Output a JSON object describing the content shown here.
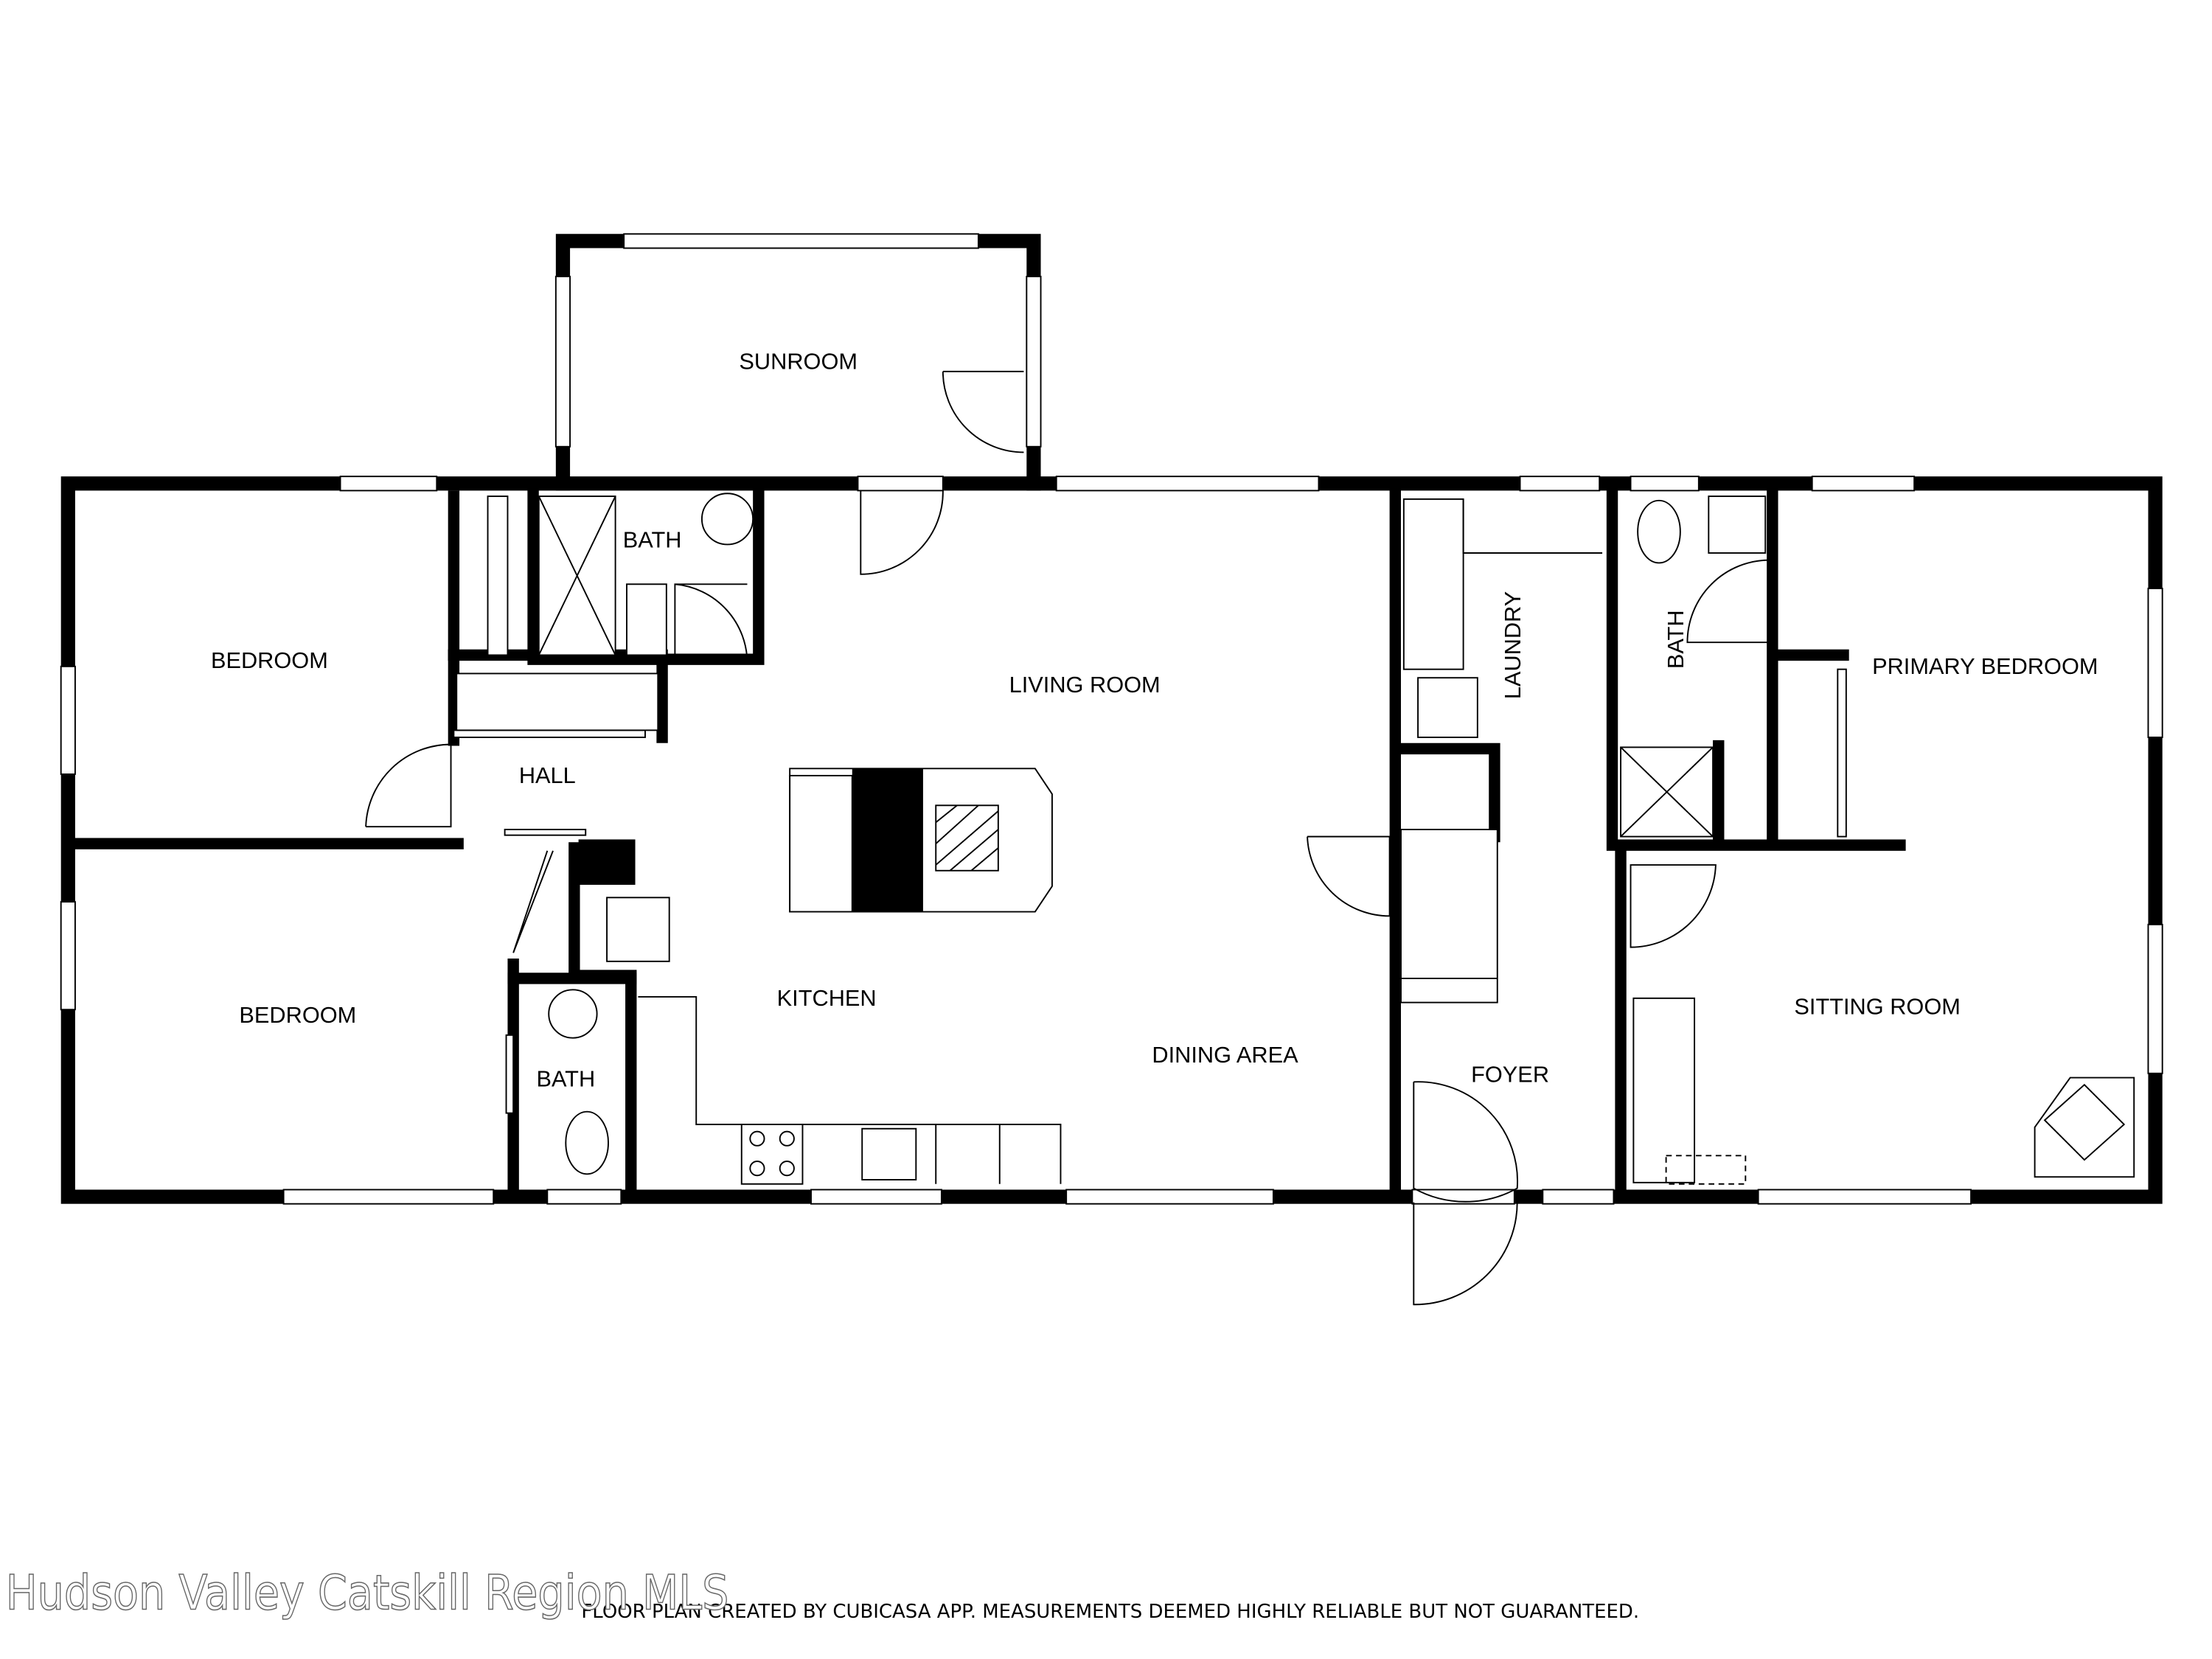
{
  "rooms": {
    "sunroom": "SUNROOM",
    "bedroom_top": "BEDROOM",
    "bath_top": "BATH",
    "living_room": "LIVING ROOM",
    "hall": "HALL",
    "laundry": "LAUNDRY",
    "bath_primary": "BATH",
    "primary_bedroom": "PRIMARY BEDROOM",
    "bedroom_bottom": "BEDROOM",
    "kitchen": "KITCHEN",
    "dining_area": "DINING AREA",
    "bath_bottom": "BATH",
    "foyer": "FOYER",
    "sitting_room": "SITTING ROOM"
  },
  "footer": {
    "watermark": "Hudson Valley Catskill Region MLS",
    "disclaimer": "FLOOR PLAN CREATED BY CUBICASA APP. MEASUREMENTS DEEMED HIGHLY RELIABLE BUT NOT GUARANTEED."
  }
}
